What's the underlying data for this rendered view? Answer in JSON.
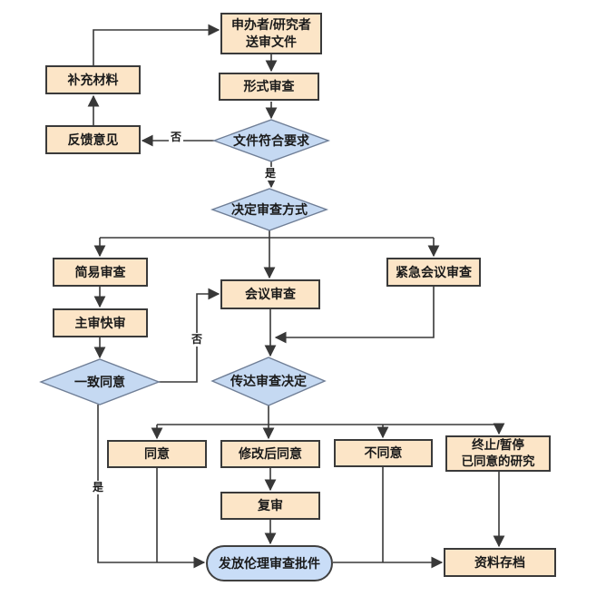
{
  "flowchart": {
    "nodes": {
      "submit": {
        "label": "申办者/研究者\n送审文件"
      },
      "supplement": {
        "label": "补充材料"
      },
      "formal_review": {
        "label": "形式审查"
      },
      "feedback": {
        "label": "反馈意见"
      },
      "doc_check": {
        "label": "文件符合要求"
      },
      "decide_method": {
        "label": "决定审查方式"
      },
      "simple_review": {
        "label": "简易审查"
      },
      "meeting_review": {
        "label": "会议审查"
      },
      "urgent_meeting_review": {
        "label": "紧急会议审查"
      },
      "main_quick_review": {
        "label": "主审快审"
      },
      "unanimous": {
        "label": "一致同意"
      },
      "convey_decision": {
        "label": "传达审查决定"
      },
      "agree": {
        "label": "同意"
      },
      "agree_after_modification": {
        "label": "修改后同意"
      },
      "disagree": {
        "label": "不同意"
      },
      "terminate": {
        "label": "终止/暂停\n已同意的研究"
      },
      "re_review": {
        "label": "复审"
      },
      "issue_approval": {
        "label": "发放伦理审查批件"
      },
      "archive": {
        "label": "资料存档"
      }
    },
    "edge_labels": {
      "no_top": "否",
      "yes_top": "是",
      "no_mid": "否",
      "yes_bottom": "是"
    },
    "colors": {
      "process_fill": "#fce5c7",
      "process_border": "#3a3a3a",
      "decision_fill": "#c5d9f2",
      "decision_border": "#6f7e96",
      "terminal_fill": "#c9ddf7",
      "terminal_border": "#404040",
      "line": "#383838"
    }
  }
}
